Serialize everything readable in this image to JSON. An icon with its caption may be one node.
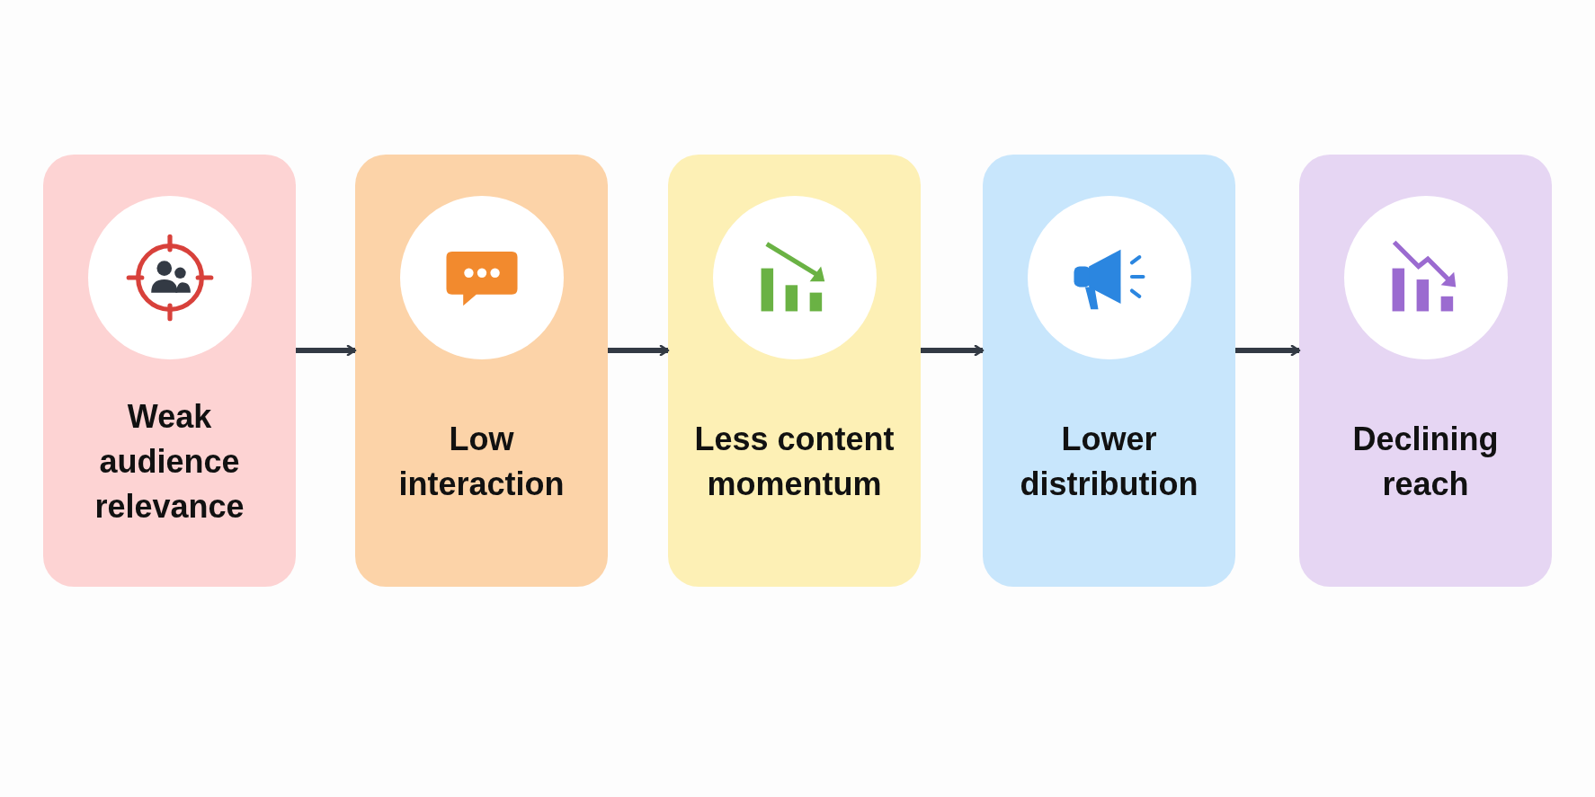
{
  "diagram": {
    "nodes": [
      {
        "text": [
          "Weak audience relevance"
        ]
      },
      {
        "text": [
          "Low interaction"
        ]
      },
      {
        "text": [
          "Less content momentum"
        ]
      },
      {
        "text": [
          "Lower distribution"
        ]
      },
      {
        "text": [
          "Declining reach"
        ]
      }
    ],
    "edges": [
      {
        "from": 0,
        "to": 1,
        "arrow": "to"
      },
      {
        "from": 1,
        "to": 2,
        "arrow": "to"
      },
      {
        "from": 2,
        "to": 3,
        "arrow": "to"
      },
      {
        "from": 3,
        "to": 4,
        "arrow": "to"
      }
    ]
  }
}
